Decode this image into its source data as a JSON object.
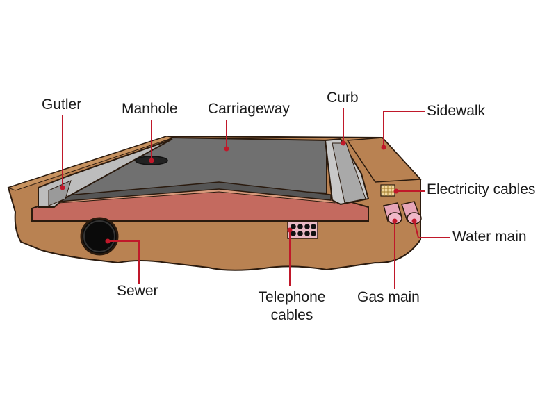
{
  "labels": {
    "gutter": "Gutler",
    "manhole": "Manhole",
    "carriageway": "Carriageway",
    "curb": "Curb",
    "sidewalk": "Sidewalk",
    "electricity": "Electricity cables",
    "water": "Water main",
    "gas": "Gas main",
    "telephone_line1": "Telephone",
    "telephone_line2": "cables",
    "sewer": "Sewer"
  },
  "colors": {
    "soil": "#b98252",
    "soil_dark": "#9e6a3e",
    "road_top": "#6e6e6e",
    "road_dark": "#555555",
    "road_base": "#c46a5f",
    "road_base_dark": "#a85448",
    "curb": "#bdbdbd",
    "leader": "#c0182a",
    "pipe": "#e7a5b8"
  }
}
